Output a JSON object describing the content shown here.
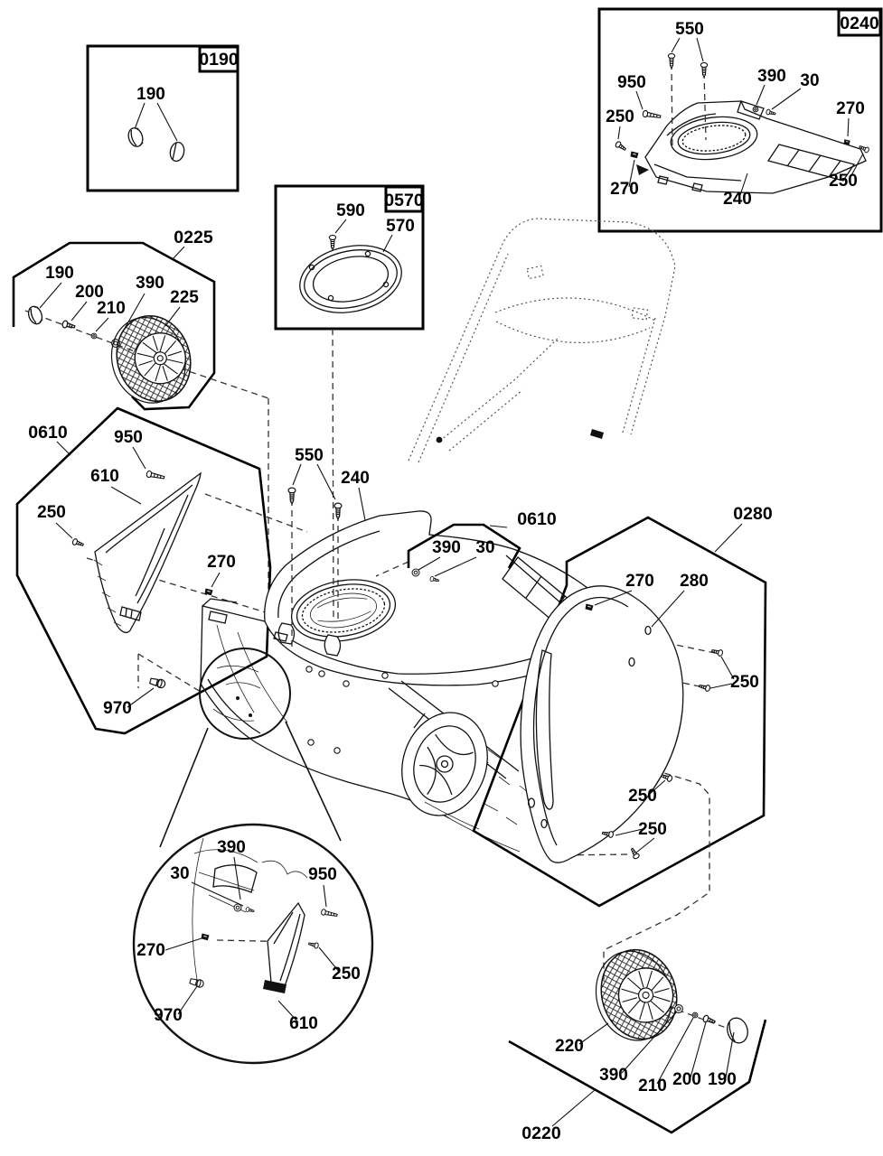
{
  "figure": {
    "type": "exploded-parts-diagram",
    "subject": "snow thrower frame, covers and wheels"
  },
  "meta": {
    "line_color": "#111111",
    "background": "#ffffff"
  },
  "callouts": {
    "inset0190": {
      "tag": "0190",
      "n190": "190"
    },
    "inset0240": {
      "tag": "0240",
      "n550": "550",
      "n950": "950",
      "n250a": "250",
      "n270a": "270",
      "n390": "390",
      "n30": "30",
      "n270b": "270",
      "n250b": "250",
      "n240": "240"
    },
    "inset0570": {
      "tag": "0570",
      "n590": "590",
      "n570": "570"
    },
    "group0225": {
      "tag": "0225",
      "n190": "190",
      "n200": "200",
      "n210": "210",
      "n390": "390",
      "n225": "225"
    },
    "group0610_left": {
      "tag": "0610",
      "n950": "950",
      "n610": "610",
      "n250": "250",
      "n270": "270",
      "n970": "970"
    },
    "main_assembly": {
      "n550": "550",
      "n240": "240",
      "tag0610": "0610",
      "n390": "390",
      "n30": "30"
    },
    "group0280": {
      "tag": "0280",
      "n270": "270",
      "n280": "280",
      "n250a": "250",
      "n250b": "250",
      "n250c": "250"
    },
    "detail_circle": {
      "n390": "390",
      "n30": "30",
      "n950": "950",
      "n270": "270",
      "n250": "250",
      "n970": "970",
      "n610": "610"
    },
    "group0220": {
      "tag": "0220",
      "n220": "220",
      "n390": "390",
      "n210": "210",
      "n200": "200",
      "n190": "190"
    }
  }
}
